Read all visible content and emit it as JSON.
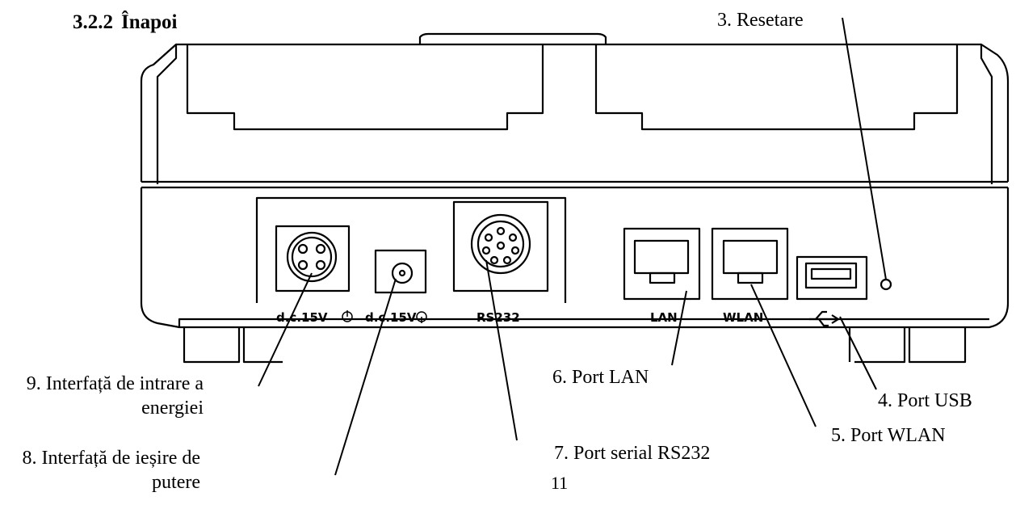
{
  "heading": {
    "number": "3.2.2",
    "title": "Înapoi"
  },
  "port_labels": {
    "dc_in": "d.c.15V",
    "dc_out": "d.c.15V",
    "rs232": "RS232",
    "lan": "LAN",
    "wlan": "WLAN",
    "usb_symbol": "usb-icon"
  },
  "callouts": {
    "reset": "3. Resetare",
    "usb": "4. Port USB",
    "wlan": "5. Port WLAN",
    "lan": "6. Port LAN",
    "serial": "7. Port serial RS232",
    "power_out_line1": "8. Interfață de ieșire de",
    "power_out_line2": "putere",
    "power_in_line1": "9. Interfață de intrare a",
    "power_in_line2": "energiei"
  },
  "page_number": "11"
}
